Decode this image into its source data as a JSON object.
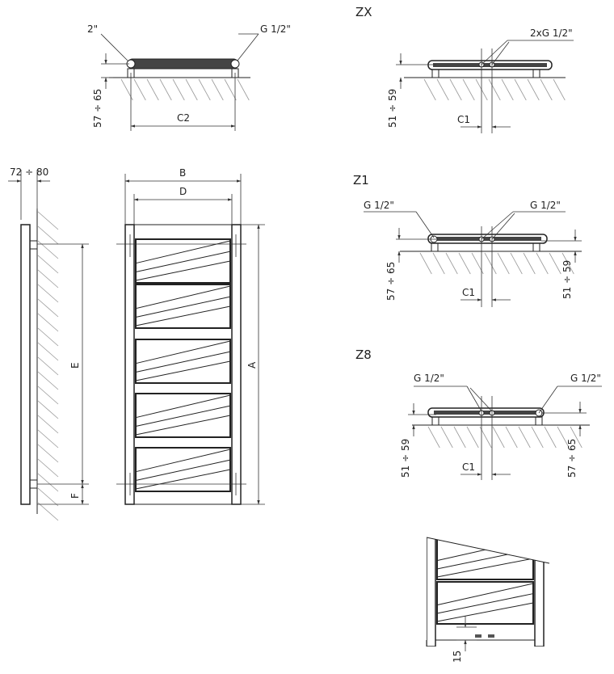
{
  "labels": {
    "top_left_size": "2\"",
    "top_left_thread": "G 1/2\"",
    "top_left_height": "57 ÷ 65",
    "top_left_width": "C2",
    "zx_title": "ZX",
    "zx_thread": "2xG 1/2\"",
    "zx_height": "51 ÷ 59",
    "zx_width": "C1",
    "side_depth": "72 ÷ 80",
    "dim_e": "E",
    "dim_f": "F",
    "dim_b": "B",
    "dim_d": "D",
    "dim_a": "A",
    "z1_title": "Z1",
    "z1_thread_left": "G 1/2\"",
    "z1_thread_right": "G 1/2\"",
    "z1_height_left": "57 ÷ 65",
    "z1_height_right": "51 ÷ 59",
    "z1_width": "C1",
    "z8_title": "Z8",
    "z8_thread_left": "G 1/2\"",
    "z8_thread_right": "G 1/2\"",
    "z8_height_left": "51 ÷ 59",
    "z8_height_right": "57 ÷ 65",
    "z8_width": "C1",
    "bottom_gap": "15"
  }
}
